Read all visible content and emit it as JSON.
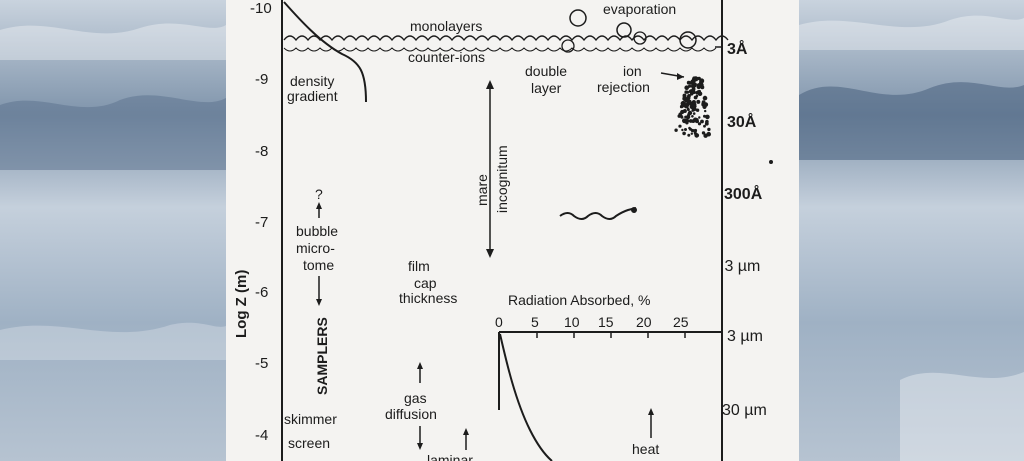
{
  "diagram": {
    "y_axis_label": "Log Z (m)",
    "y_ticks": [
      "-10",
      "-9",
      "-8",
      "-7",
      "-6",
      "-5",
      "-4"
    ],
    "right_scale": [
      "3Å",
      "30Å",
      "300Å",
      ".3 µm",
      "3 µm",
      "30 µm"
    ],
    "labels": {
      "evaporation": "evaporation",
      "monolayers": "monolayers",
      "counter_ions": "counter-ions",
      "double": "double",
      "layer": "layer",
      "ion": "ion",
      "rejection": "rejection",
      "density": "density",
      "gradient": "gradient",
      "mare": "mare",
      "incognitum": "incognitum",
      "question": "?",
      "bubble": "bubble",
      "micro": "micro-",
      "tome": "tome",
      "film": "film",
      "cap": "cap",
      "thickness": "thickness",
      "samplers": "SAMPLERS",
      "gas": "gas",
      "diffusion": "diffusion",
      "skimmer": "skimmer",
      "screen": "screen",
      "laminar": "laminar",
      "heat": "heat"
    },
    "inset": {
      "title": "Radiation Absorbed, %",
      "ticks": [
        "0",
        "5",
        "10",
        "15",
        "20",
        "25"
      ]
    }
  },
  "colors": {
    "paper": "#f4f3f1",
    "ink": "#1c1c1c",
    "sea": "#8ea4bb"
  }
}
